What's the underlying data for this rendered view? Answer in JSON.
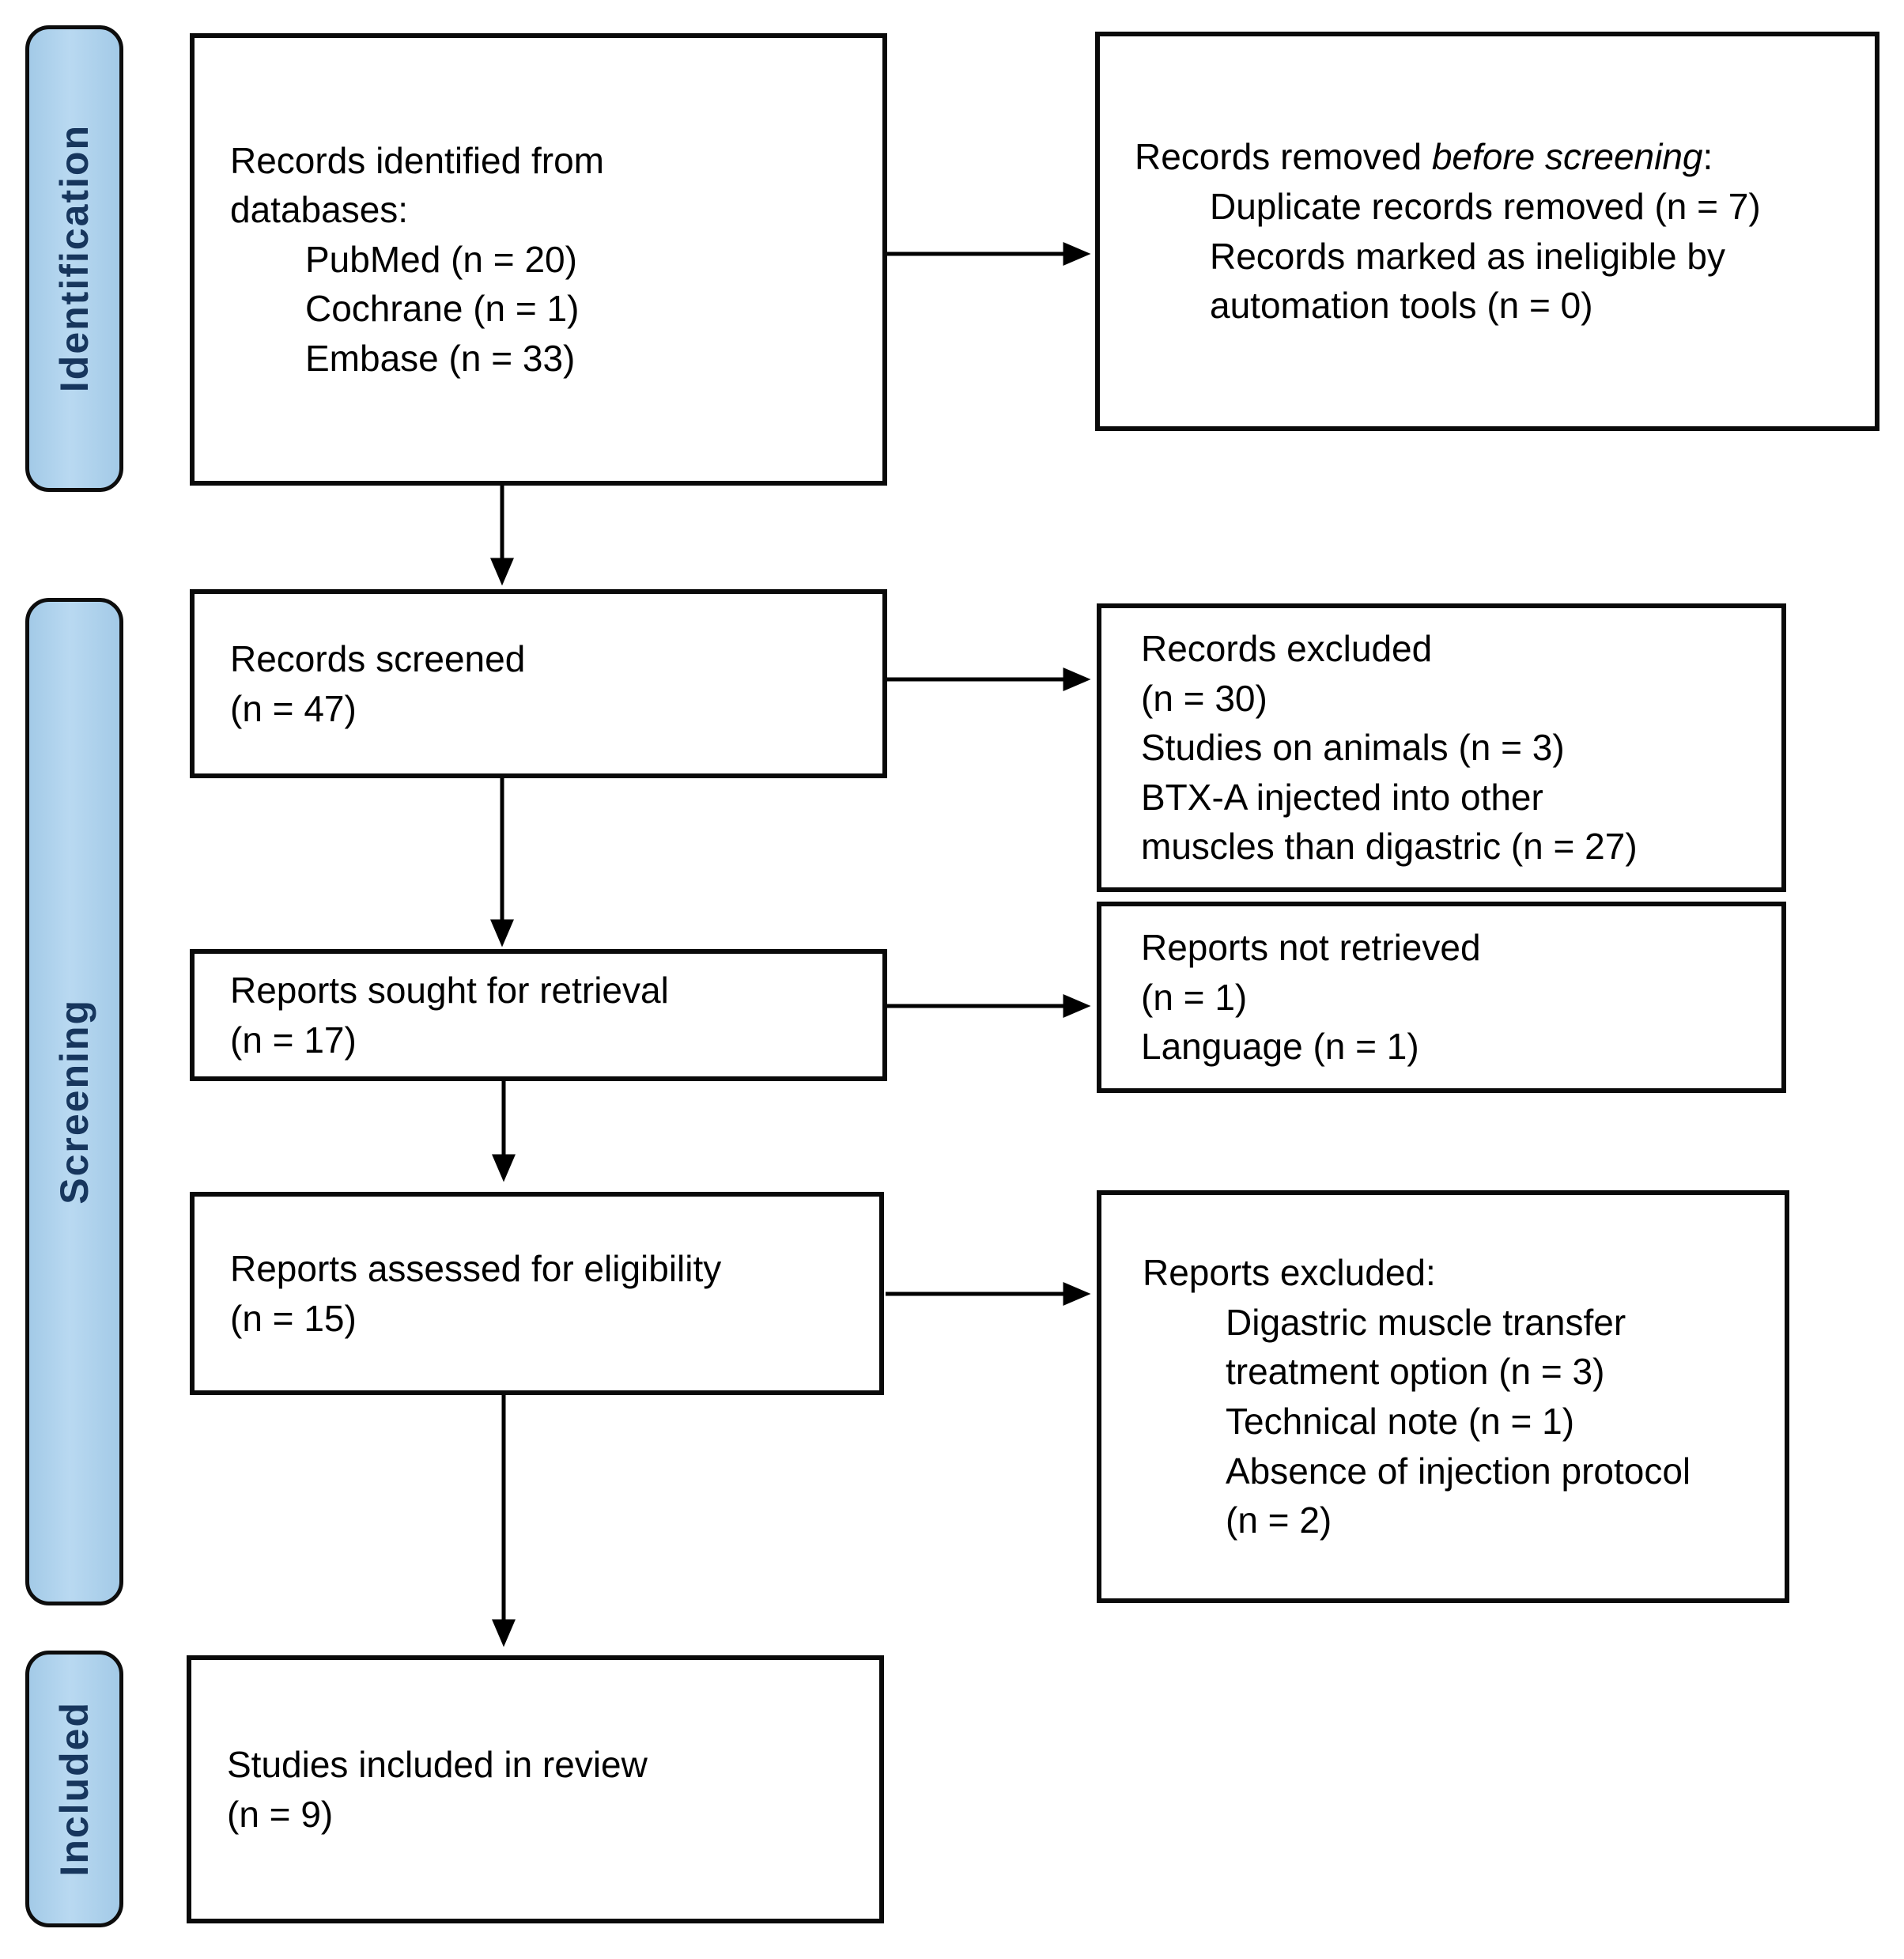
{
  "figure": {
    "type": "prisma-flow-diagram",
    "stages": [
      {
        "label": "Identification"
      },
      {
        "label": "Screening"
      },
      {
        "label": "Included"
      }
    ],
    "boxes": {
      "identified": {
        "lines": [
          "Records identified from",
          "databases:"
        ],
        "items": [
          "PubMed (n = 20)",
          "Cochrane (n = 1)",
          "Embase (n = 33)"
        ]
      },
      "removed": {
        "prefix": "Records removed ",
        "emphasis": "before screening",
        "suffix": ":",
        "items": [
          "Duplicate records removed (n = 7)",
          "Records marked as ineligible by",
          "automation tools (n = 0)"
        ]
      },
      "screened": {
        "lines": [
          "Records screened",
          "(n = 47)"
        ]
      },
      "records_excluded": {
        "lines": [
          "Records excluded",
          "(n = 30)",
          "Studies on animals (n = 3)",
          "BTX-A injected into other",
          "muscles than digastric (n = 27)"
        ]
      },
      "sought": {
        "lines": [
          "Reports sought for retrieval",
          "(n = 17)"
        ]
      },
      "not_retrieved": {
        "lines": [
          "Reports not retrieved",
          "(n = 1)",
          "Language (n = 1)"
        ]
      },
      "assessed": {
        "lines": [
          "Reports assessed for eligibility",
          "(n = 15)"
        ]
      },
      "reports_excluded": {
        "title": "Reports excluded:",
        "items": [
          "Digastric muscle transfer",
          "treatment option (n = 3)",
          "Technical note (n = 1)",
          "Absence of injection protocol",
          "(n = 2)"
        ]
      },
      "included_studies": {
        "lines": [
          "Studies included in review",
          "(n = 9)"
        ]
      }
    },
    "colors": {
      "bar-fill": "#a3cae7",
      "bar-fill-light": "#b9d9f1",
      "bar-border": "#0d0d0d",
      "bar-text": "#17365d",
      "box-border": "#0a0a0a",
      "box-bg": "#ffffff",
      "arrow": "#000000",
      "text": "#000000"
    }
  }
}
